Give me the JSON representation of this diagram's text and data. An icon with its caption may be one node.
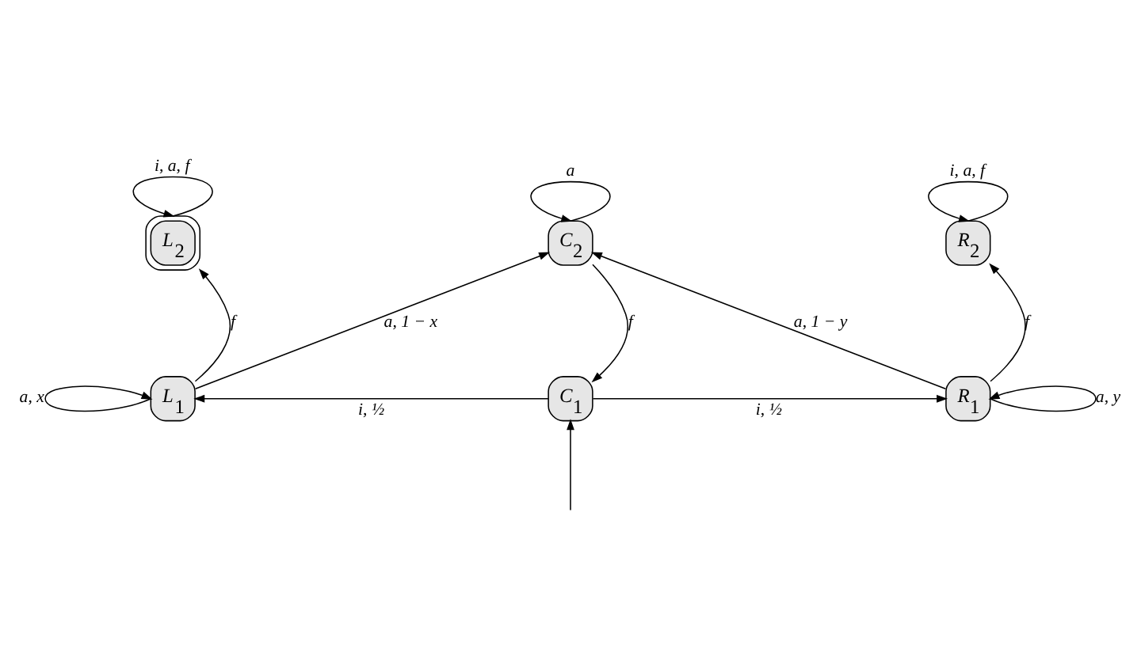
{
  "diagram": {
    "nodes": [
      {
        "text": [
          "L$_{2}$"
        ]
      },
      {
        "text": [
          "C$_{2}$"
        ]
      },
      {
        "text": [
          "R$_{2}$"
        ]
      },
      {
        "text": [
          "L$_{1}$"
        ]
      },
      {
        "text": [
          "C$_{1}$"
        ]
      },
      {
        "text": [
          "R$_{1}$"
        ]
      }
    ],
    "edges": [
      {
        "from": 0,
        "to": 0,
        "arrow": "to",
        "label": "i, a, f"
      },
      {
        "from": 1,
        "to": 1,
        "arrow": "to",
        "label": "a"
      },
      {
        "from": 2,
        "to": 2,
        "arrow": "to",
        "label": "i, a, f"
      },
      {
        "from": 3,
        "to": 0,
        "arrow": "to",
        "label": "f"
      },
      {
        "from": 3,
        "to": 1,
        "arrow": "to",
        "label": "a, 1 − x"
      },
      {
        "from": 1,
        "to": 4,
        "arrow": "to",
        "label": "f"
      },
      {
        "from": 5,
        "to": 1,
        "arrow": "to",
        "label": "a, 1 − y"
      },
      {
        "from": 5,
        "to": 2,
        "arrow": "to",
        "label": "f"
      },
      {
        "from": 3,
        "to": 3,
        "arrow": "to",
        "label": "a, x"
      },
      {
        "from": 4,
        "to": 3,
        "arrow": "to",
        "label": "i, ½"
      },
      {
        "from": 4,
        "to": 5,
        "arrow": "to",
        "label": "i, ½"
      },
      {
        "from": null,
        "to": 4,
        "arrow": "to"
      },
      {
        "from": 5,
        "to": 5,
        "arrow": "to",
        "label": "a, y"
      }
    ]
  }
}
